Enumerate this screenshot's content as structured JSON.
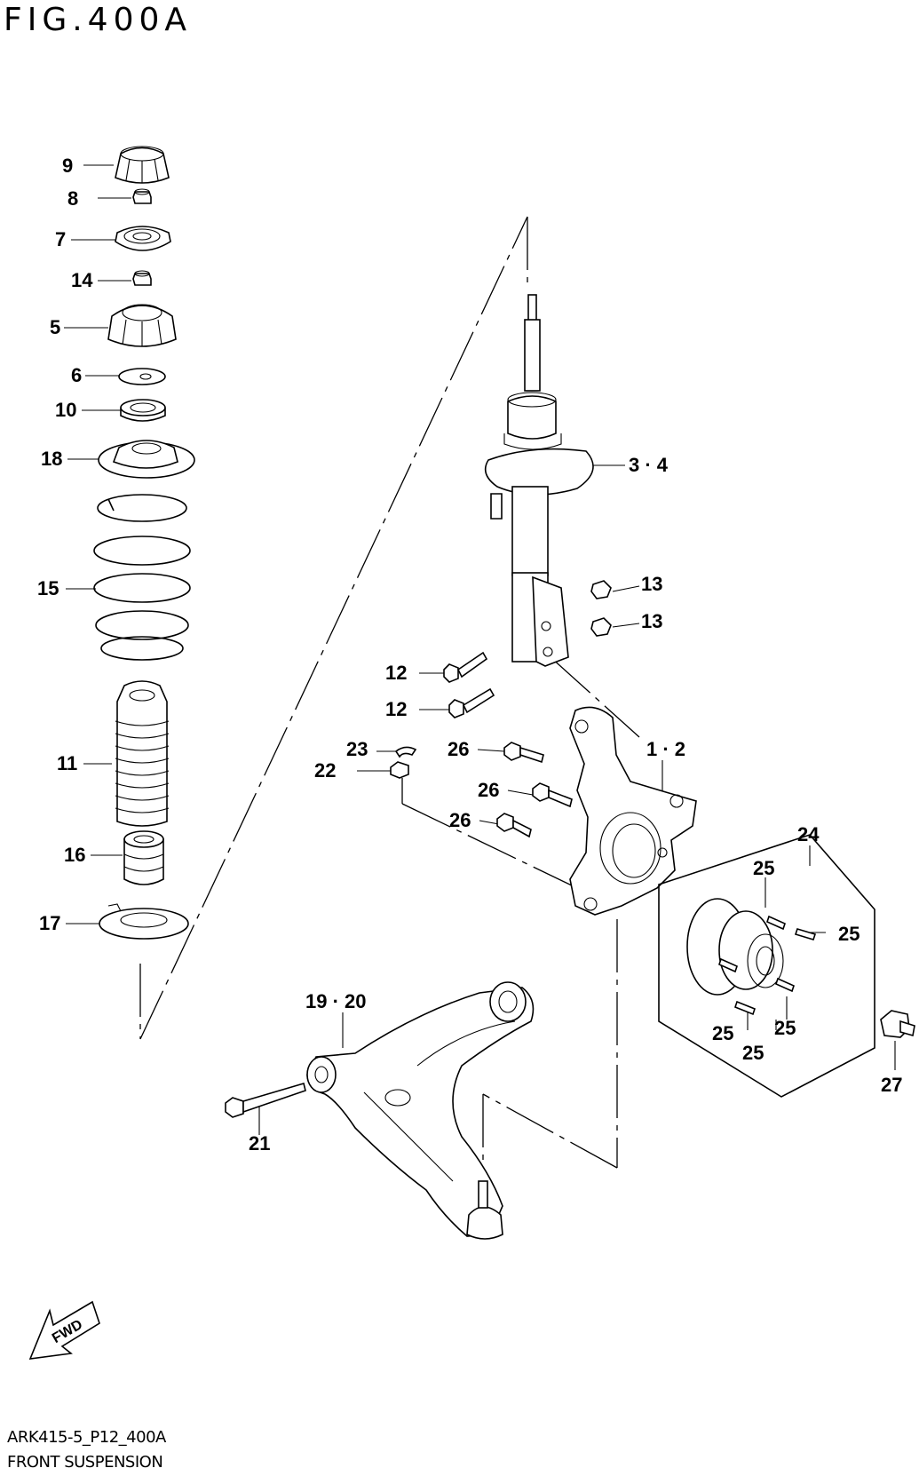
{
  "figure": {
    "title": "FIG.400A",
    "code": "ARK415-5_P12_400A",
    "subtitle": "FRONT SUSPENSION",
    "fwd_label": "FWD"
  },
  "callouts": {
    "c9": "9",
    "c8": "8",
    "c7": "7",
    "c14": "14",
    "c5": "5",
    "c6": "6",
    "c10": "10",
    "c18": "18",
    "c15": "15",
    "c11": "11",
    "c16": "16",
    "c17": "17",
    "c34": "3 · 4",
    "c13a": "13",
    "c13b": "13",
    "c12a": "12",
    "c12b": "12",
    "c23": "23",
    "c22": "22",
    "c26a": "26",
    "c26b": "26",
    "c26c": "26",
    "c12": "1 · 2",
    "c24": "24",
    "c25a": "25",
    "c25b": "25",
    "c25c": "25",
    "c25d": "25",
    "c25e": "25",
    "c1920": "19 · 20",
    "c21": "21",
    "c27": "27"
  }
}
